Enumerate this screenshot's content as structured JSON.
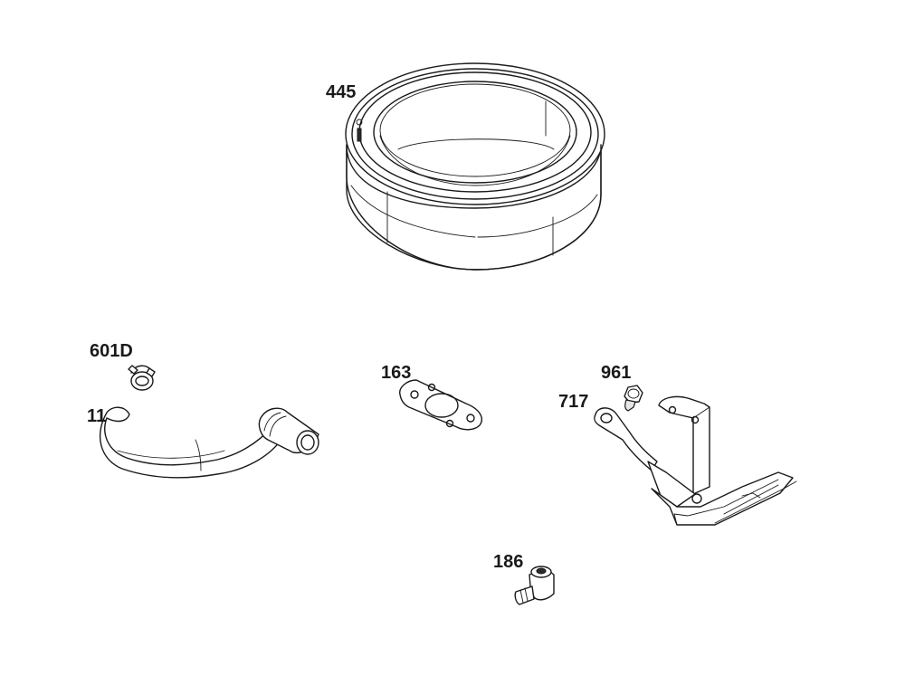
{
  "parts": {
    "air_filter": {
      "number": "445"
    },
    "clamp": {
      "number": "601D"
    },
    "hose": {
      "number": "11"
    },
    "gasket": {
      "number": "163"
    },
    "screw": {
      "number": "961"
    },
    "bracket": {
      "number": "717"
    },
    "fitting": {
      "number": "186"
    }
  }
}
